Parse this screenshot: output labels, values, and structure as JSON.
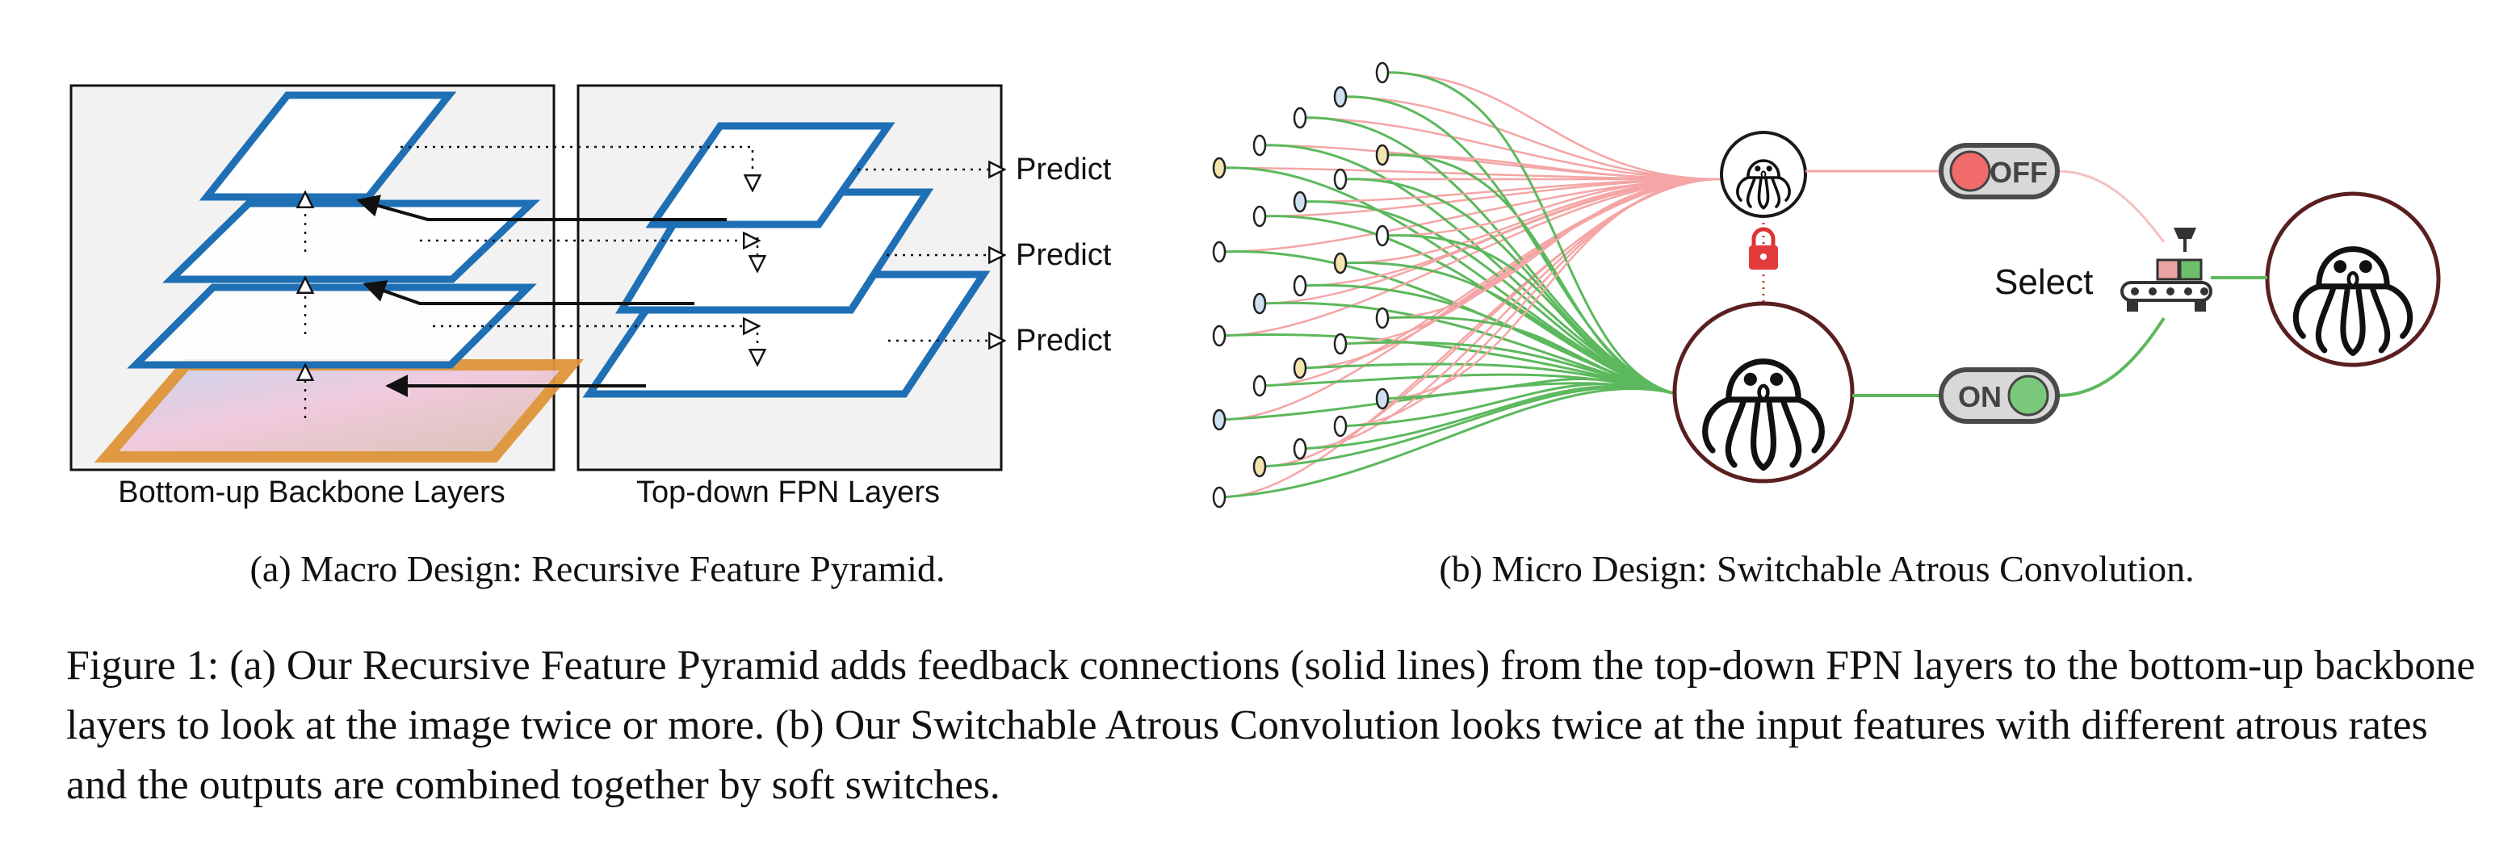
{
  "panel_a": {
    "left_box_label": "Bottom-up Backbone Layers",
    "right_box_label": "Top-down FPN Layers",
    "predict_labels": [
      "Predict",
      "Predict",
      "Predict"
    ],
    "subcaption": "(a) Macro Design: Recursive Feature Pyramid."
  },
  "panel_b": {
    "off_label": "OFF",
    "on_label": "ON",
    "select_label": "Select",
    "subcaption": "(b) Micro Design: Switchable Atrous Convolution.",
    "icons": [
      "octopus-icon",
      "lock-icon",
      "switch-off-icon",
      "switch-on-icon",
      "selector-machine-icon"
    ]
  },
  "caption": "Figure 1: (a) Our Recursive Feature Pyramid adds feedback connections (solid lines) from the top-down FPN layers to the bottom-up backbone layers to look at the image twice or more. (b) Our Switchable Atrous Convolution looks twice at the input features with different atrous rates and the outputs are combined together by soft switches.",
  "colors": {
    "layer_blue": "#1f6fb5",
    "image_orange": "#e0953a",
    "green_line": "#5cb85c",
    "pink_line": "#f5a5a5",
    "off_red": "#f26b6b",
    "on_green": "#7ac97a"
  }
}
